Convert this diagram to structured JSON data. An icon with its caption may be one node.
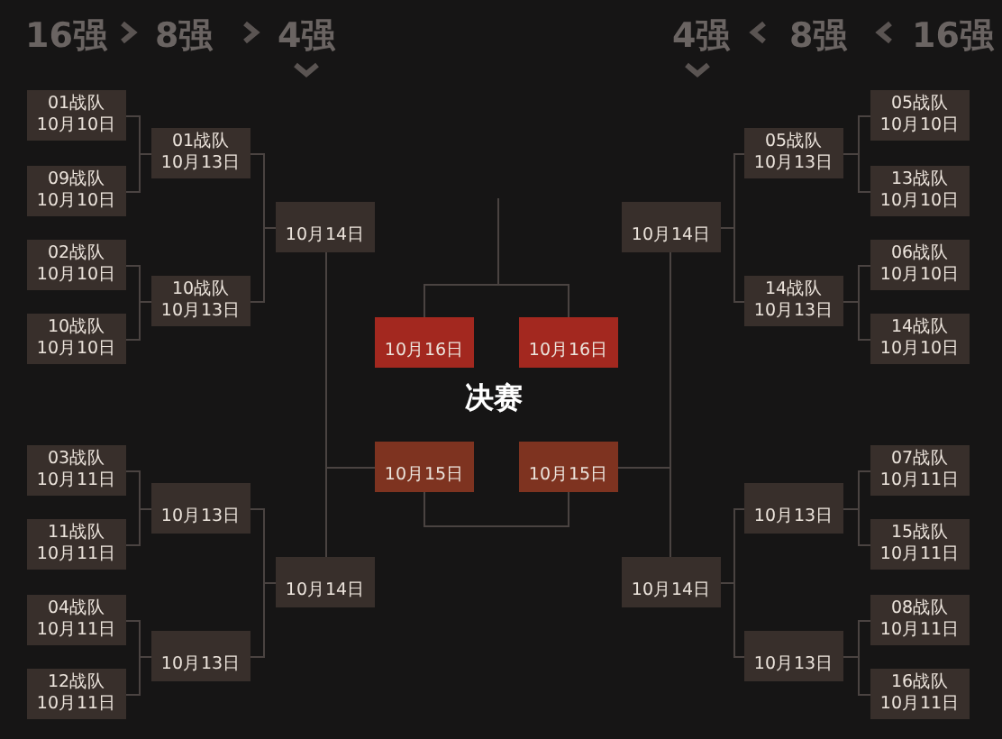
{
  "diagram": {
    "nodes": [
      {
        "text": [
          "01战队",
          "10月10日"
        ]
      },
      {
        "text": [
          "09战队",
          "10月10日"
        ]
      },
      {
        "text": [
          "02战队",
          "10月10日"
        ]
      },
      {
        "text": [
          "10战队",
          "10月10日"
        ]
      },
      {
        "text": [
          "03战队",
          "10月11日"
        ]
      },
      {
        "text": [
          "11战队",
          "10月11日"
        ]
      },
      {
        "text": [
          "04战队",
          "10月11日"
        ]
      },
      {
        "text": [
          "12战队",
          "10月11日"
        ]
      },
      {
        "text": [
          "01战队",
          "10月13日"
        ]
      },
      {
        "text": [
          "10战队",
          "10月13日"
        ]
      },
      {
        "text": [
          "10月13日"
        ]
      },
      {
        "text": [
          "10月13日"
        ]
      },
      {
        "text": [
          "10月14日"
        ]
      },
      {
        "text": [
          "10月14日"
        ]
      },
      {
        "text": [
          "10月16日"
        ]
      },
      {
        "text": [
          "10月16日"
        ]
      },
      {
        "text": [
          "10月15日"
        ]
      },
      {
        "text": [
          "10月15日"
        ]
      },
      {
        "text": [
          "10月14日"
        ]
      },
      {
        "text": [
          "10月14日"
        ]
      },
      {
        "text": [
          "05战队",
          "10月13日"
        ]
      },
      {
        "text": [
          "14战队",
          "10月13日"
        ]
      },
      {
        "text": [
          "10月13日"
        ]
      },
      {
        "text": [
          "10月13日"
        ]
      },
      {
        "text": [
          "05战队",
          "10月10日"
        ]
      },
      {
        "text": [
          "13战队",
          "10月10日"
        ]
      },
      {
        "text": [
          "06战队",
          "10月10日"
        ]
      },
      {
        "text": [
          "14战队",
          "10月10日"
        ]
      },
      {
        "text": [
          "07战队",
          "10月11日"
        ]
      },
      {
        "text": [
          "15战队",
          "10月11日"
        ]
      },
      {
        "text": [
          "08战队",
          "10月11日"
        ]
      },
      {
        "text": [
          "16战队",
          "10月11日"
        ]
      }
    ],
    "edges": [
      {
        "from": 0,
        "to": 8,
        "arrow": "none"
      },
      {
        "from": 1,
        "to": 8,
        "arrow": "none"
      },
      {
        "from": 2,
        "to": 9,
        "arrow": "none"
      },
      {
        "from": 3,
        "to": 9,
        "arrow": "none"
      },
      {
        "from": 4,
        "to": 10,
        "arrow": "none"
      },
      {
        "from": 5,
        "to": 10,
        "arrow": "none"
      },
      {
        "from": 6,
        "to": 11,
        "arrow": "none"
      },
      {
        "from": 7,
        "to": 11,
        "arrow": "none"
      },
      {
        "from": 8,
        "to": 12,
        "arrow": "none"
      },
      {
        "from": 9,
        "to": 12,
        "arrow": "none"
      },
      {
        "from": 10,
        "to": 13,
        "arrow": "none"
      },
      {
        "from": 11,
        "to": 13,
        "arrow": "none"
      },
      {
        "from": 12,
        "to": 16,
        "arrow": "none"
      },
      {
        "from": 13,
        "to": 16,
        "arrow": "none"
      },
      {
        "from": 14,
        "to": 15,
        "arrow": "none"
      },
      {
        "from": 16,
        "to": 17,
        "arrow": "none"
      },
      {
        "from": 18,
        "to": 17,
        "arrow": "none"
      },
      {
        "from": 19,
        "to": 17,
        "arrow": "none"
      },
      {
        "from": 20,
        "to": 18,
        "arrow": "none"
      },
      {
        "from": 21,
        "to": 18,
        "arrow": "none"
      },
      {
        "from": 22,
        "to": 19,
        "arrow": "none"
      },
      {
        "from": 23,
        "to": 19,
        "arrow": "none"
      },
      {
        "from": 24,
        "to": 20,
        "arrow": "none"
      },
      {
        "from": 25,
        "to": 20,
        "arrow": "none"
      },
      {
        "from": 26,
        "to": 21,
        "arrow": "none"
      },
      {
        "from": 27,
        "to": 21,
        "arrow": "none"
      },
      {
        "from": 28,
        "to": 22,
        "arrow": "none"
      },
      {
        "from": 29,
        "to": 22,
        "arrow": "none"
      },
      {
        "from": 30,
        "to": 23,
        "arrow": "none"
      },
      {
        "from": 31,
        "to": 23,
        "arrow": "none"
      }
    ],
    "labels": [
      "16强",
      "8强",
      "4强",
      "4强",
      "8强",
      "16强",
      "决赛"
    ]
  }
}
